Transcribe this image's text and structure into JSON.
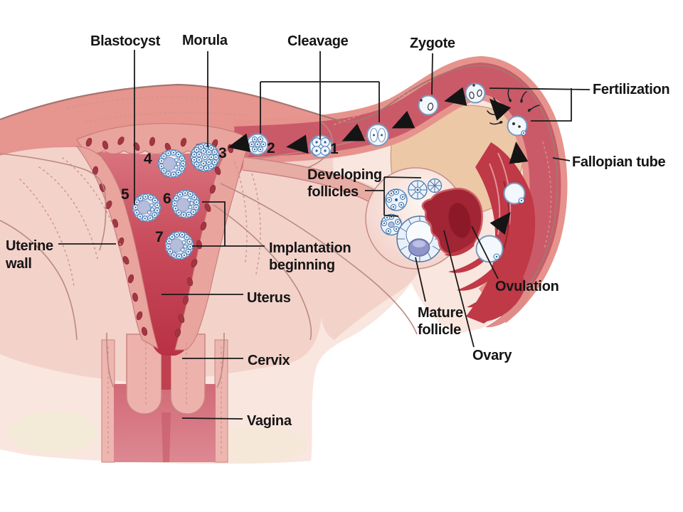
{
  "diagram": {
    "type": "anatomical-diagram",
    "subject": "Female reproductive system: ovulation, fertilization and implantation",
    "labels": {
      "blastocyst": "Blastocyst",
      "morula": "Morula",
      "cleavage": "Cleavage",
      "zygote": "Zygote",
      "fertilization": "Fertilization",
      "fallopian_tube": "Fallopian tube",
      "developing_follicles_line1": "Developing",
      "developing_follicles_line2": "follicles",
      "uterine_wall_line1": "Uterine",
      "uterine_wall_line2": "wall",
      "implantation_line1": "Implantation",
      "implantation_line2": "beginning",
      "uterus": "Uterus",
      "mature_follicle_line1": "Mature",
      "mature_follicle_line2": "follicle",
      "ovulation": "Ovulation",
      "ovary": "Ovary",
      "cervix": "Cervix",
      "vagina": "Vagina"
    },
    "stage_numbers": [
      "1",
      "2",
      "3",
      "4",
      "5",
      "6",
      "7"
    ],
    "colors": {
      "background": "#ffffff",
      "body": "#f9e6df",
      "tissue": "#f3d2ca",
      "muscle": "#e6958f",
      "lining": "#e9a49e",
      "cavity_top": "#da7680",
      "cavity_mid": "#c84b5b",
      "cavity_deep": "#b82f44",
      "tube_wall": "#e6938d",
      "tube_channel": "#cb5a68",
      "outline": "#a6756f",
      "ligament_tan": "#ecc8a7",
      "corpus_luteum": "#a12534",
      "fimbriae": "#bf3947",
      "follicle_purple": "#9094c8",
      "label": "#151515"
    }
  }
}
